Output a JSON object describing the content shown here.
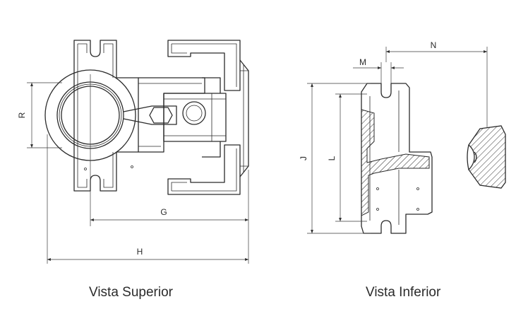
{
  "top_view": {
    "caption": "Vista Superior",
    "dimensions": {
      "r": "R",
      "g": "G",
      "h": "H"
    }
  },
  "bottom_view": {
    "caption": "Vista Inferior",
    "dimensions": {
      "m": "M",
      "n": "N",
      "j": "J",
      "l": "L"
    }
  }
}
